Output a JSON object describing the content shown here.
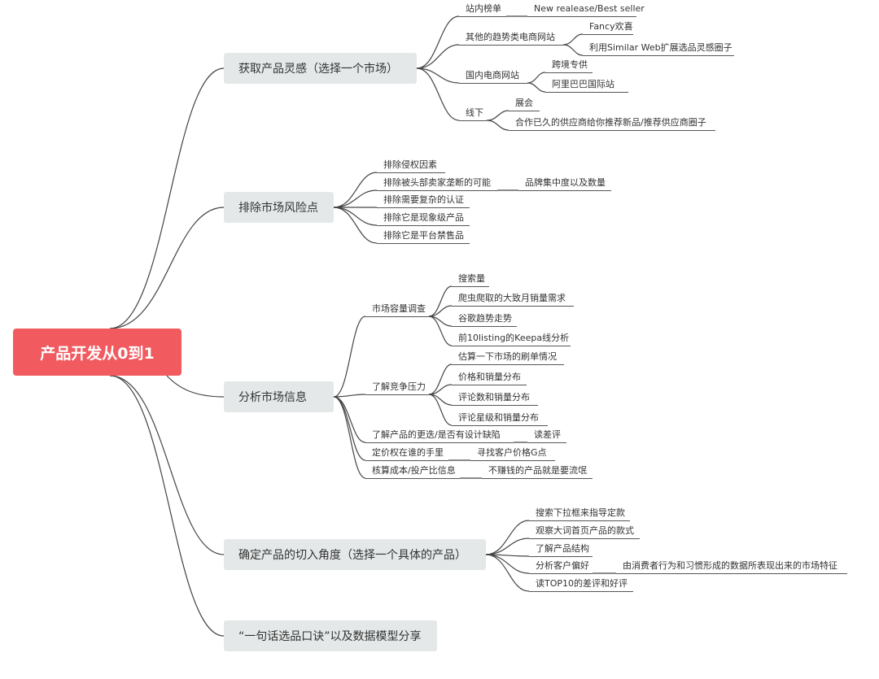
{
  "title": "产品开发从0到1",
  "colors": {
    "root_bg": "#f15a5f",
    "branch_bg": "#e4e8e8",
    "line": "#444444"
  },
  "branches": [
    {
      "label": "获取产品灵感（选择一个市场）",
      "children": [
        {
          "label": "站内榜单",
          "children": [
            {
              "label": "New realease/Best seller"
            }
          ]
        },
        {
          "label": "其他的趋势类电商网站",
          "children": [
            {
              "label": "Fancy欢喜"
            },
            {
              "label": "利用Similar Web扩展选品灵感圈子"
            }
          ]
        },
        {
          "label": "国内电商网站",
          "children": [
            {
              "label": "跨境专供"
            },
            {
              "label": "阿里巴巴国际站"
            }
          ]
        },
        {
          "label": "线下",
          "children": [
            {
              "label": "展会"
            },
            {
              "label": "合作已久的供应商给你推荐新品/推荐供应商圈子"
            }
          ]
        }
      ]
    },
    {
      "label": "排除市场风险点",
      "children": [
        {
          "label": "排除侵权因素"
        },
        {
          "label": "排除被头部卖家垄断的可能",
          "children": [
            {
              "label": "品牌集中度以及数量"
            }
          ]
        },
        {
          "label": "排除需要复杂的认证"
        },
        {
          "label": "排除它是现象级产品"
        },
        {
          "label": "排除它是平台禁售品"
        }
      ]
    },
    {
      "label": "分析市场信息",
      "children": [
        {
          "label": "市场容量调查",
          "children": [
            {
              "label": "搜索量"
            },
            {
              "label": "爬虫爬取的大致月销量需求"
            },
            {
              "label": "谷歌趋势走势"
            },
            {
              "label": "前10listing的Keepa线分析"
            }
          ]
        },
        {
          "label": "了解竞争压力",
          "children": [
            {
              "label": "估算一下市场的刷单情况"
            },
            {
              "label": "价格和销量分布"
            },
            {
              "label": "评论数和销量分布"
            },
            {
              "label": "评论星级和销量分布"
            }
          ]
        },
        {
          "label": "了解产品的更迭/是否有设计缺陷",
          "children": [
            {
              "label": "读差评"
            }
          ]
        },
        {
          "label": "定价权在谁的手里",
          "children": [
            {
              "label": "寻找客户价格G点"
            }
          ]
        },
        {
          "label": "核算成本/投产比信息",
          "children": [
            {
              "label": "不赚钱的产品就是要流氓"
            }
          ]
        }
      ]
    },
    {
      "label": "确定产品的切入角度（选择一个具体的产品）",
      "children": [
        {
          "label": "搜索下拉框来指导定款"
        },
        {
          "label": "观察大词首页产品的款式"
        },
        {
          "label": "了解产品结构"
        },
        {
          "label": "分析客户偏好",
          "children": [
            {
              "label": "由消费者行为和习惯形成的数据所表现出来的市场特征"
            }
          ]
        },
        {
          "label": "读TOP10的差评和好评"
        }
      ]
    },
    {
      "label": "“一句话选品口诀”以及数据模型分享",
      "children": []
    }
  ]
}
